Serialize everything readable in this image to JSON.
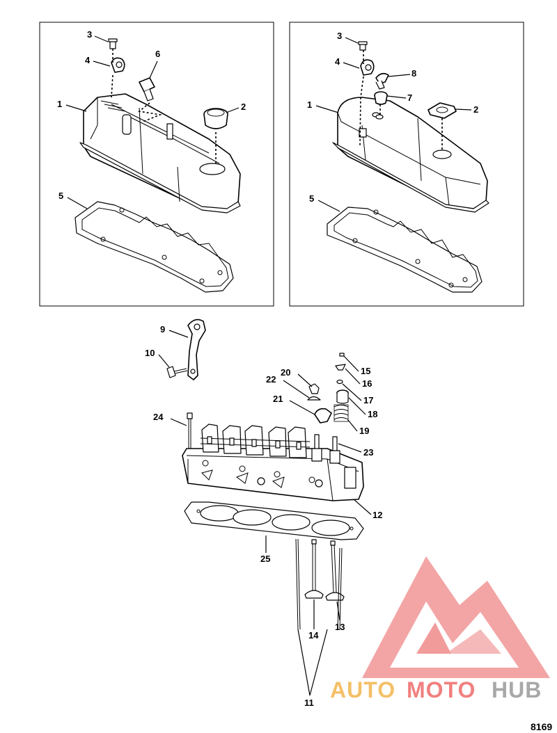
{
  "diagram": {
    "callouts": {
      "c1a": "1",
      "c2a": "2",
      "c3a": "3",
      "c4a": "4",
      "c5a": "5",
      "c6a": "6",
      "c1b": "1",
      "c2b": "2",
      "c3b": "3",
      "c4b": "4",
      "c5b": "5",
      "c7b": "7",
      "c8b": "8",
      "c9": "9",
      "c10": "10",
      "c11": "11",
      "c12": "12",
      "c13": "13",
      "c14": "14",
      "c15": "15",
      "c16": "16",
      "c17": "17",
      "c18": "18",
      "c19": "19",
      "c20": "20",
      "c21": "21",
      "c22": "22",
      "c23": "23",
      "c24": "24",
      "c25": "25"
    },
    "figure_ref": "8169"
  },
  "watermark": {
    "part1": "AUTO",
    "part2": "MOTO",
    "part3": "HUB",
    "colors": {
      "auto": "#f3b64d",
      "moto": "#ef6a6a",
      "hub": "#9a9a9a",
      "triangle": "#ef6a6a"
    }
  }
}
